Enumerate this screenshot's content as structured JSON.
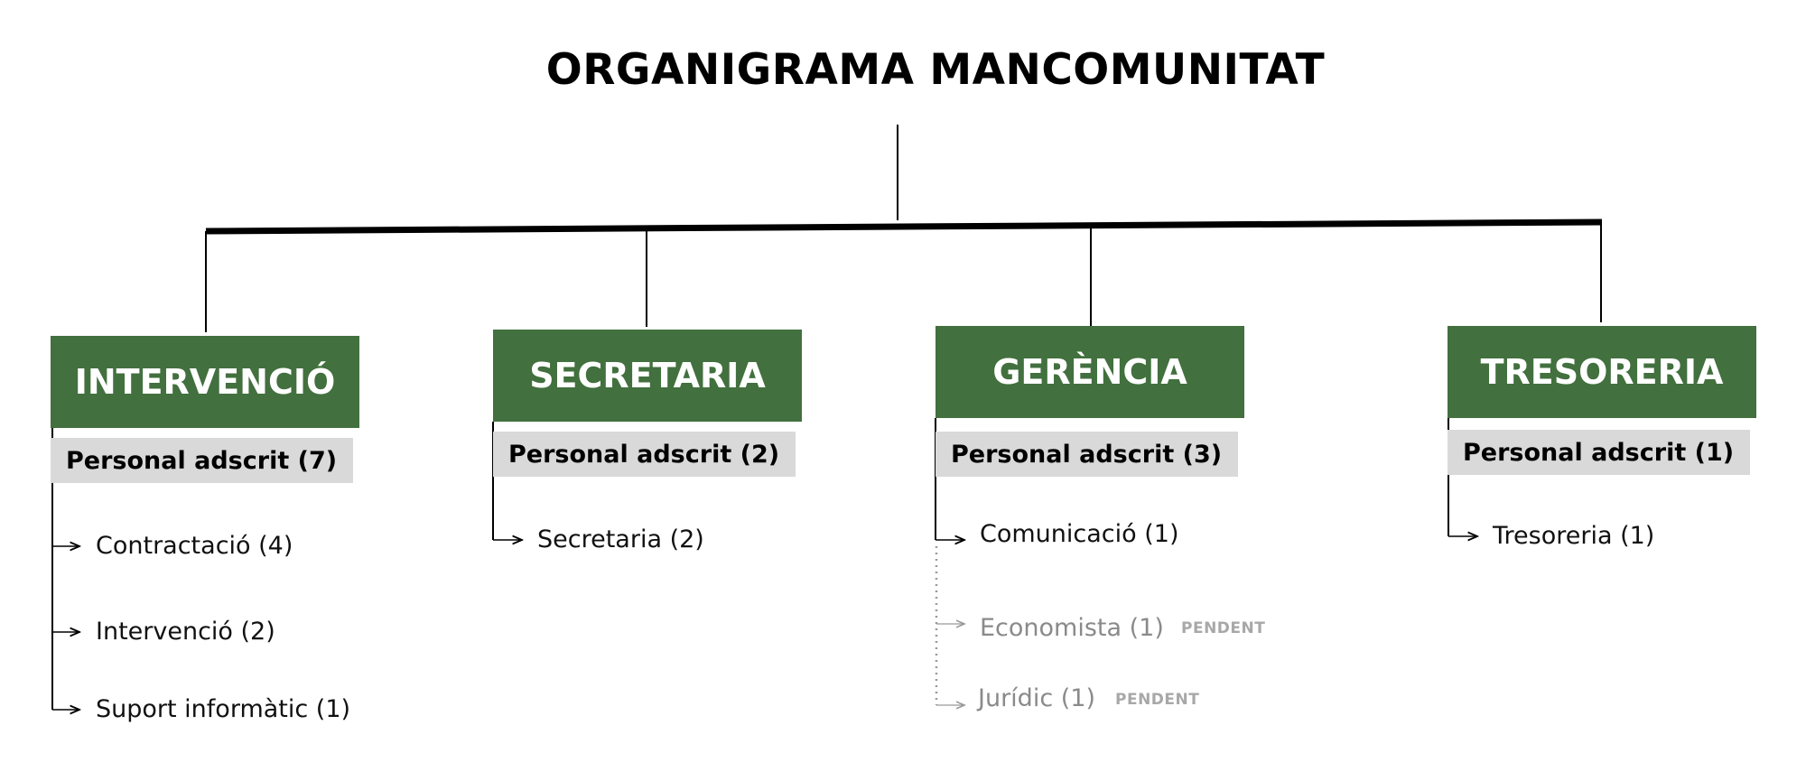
{
  "title": "ORGANIGRAMA MANCOMUNITAT",
  "colors": {
    "header_green": "#42703e",
    "staff_bar": "#d9d9d9",
    "pending_text": "#8a8a8a"
  },
  "departments": [
    {
      "name": "INTERVENCIÓ",
      "staff": "Personal adscrit (7)",
      "items": [
        {
          "label": "Contractació (4)"
        },
        {
          "label": "Intervenció (2)"
        },
        {
          "label": "Suport informàtic (1)"
        }
      ]
    },
    {
      "name": "SECRETARIA",
      "staff": "Personal adscrit (2)",
      "items": [
        {
          "label": "Secretaria (2)"
        }
      ]
    },
    {
      "name": "GERÈNCIA",
      "staff": "Personal adscrit (3)",
      "items": [
        {
          "label": "Comunicació (1)"
        },
        {
          "label": "Economista (1)",
          "status": "PENDENT"
        },
        {
          "label": "Jurídic (1)",
          "status": "PENDENT"
        }
      ]
    },
    {
      "name": "TRESORERIA",
      "staff": "Personal adscrit (1)",
      "items": [
        {
          "label": "Tresoreria (1)"
        }
      ]
    }
  ]
}
